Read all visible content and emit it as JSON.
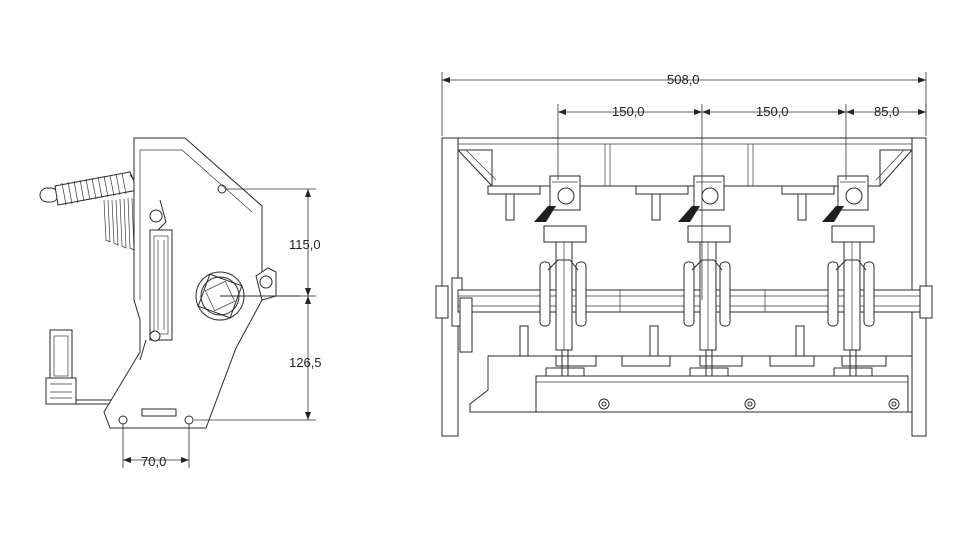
{
  "dimensions": {
    "side_height_upper": "115,0",
    "side_height_lower": "126,5",
    "side_width_bottom": "70,0",
    "front_total_width": "508,0",
    "front_pitch_1": "150,0",
    "front_pitch_2": "150,0",
    "front_edge_offset": "85,0"
  }
}
